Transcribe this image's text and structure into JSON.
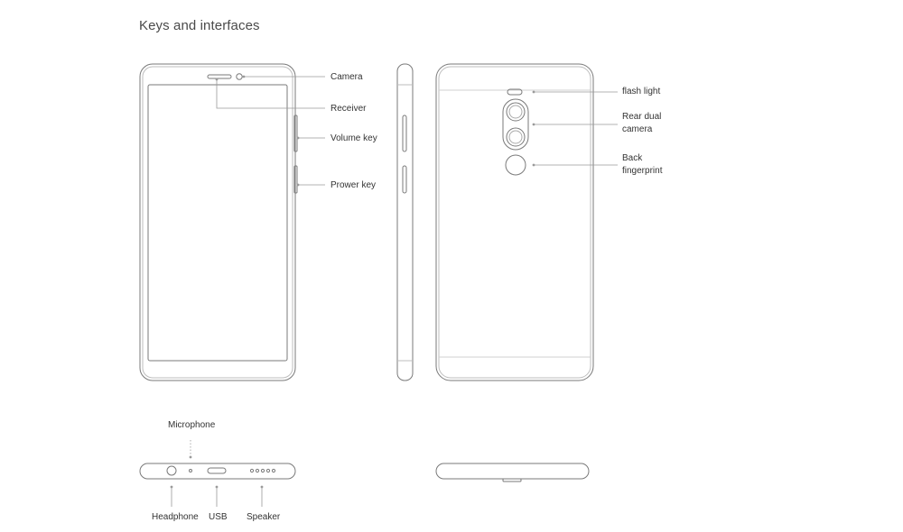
{
  "title": "Keys and interfaces",
  "labels": {
    "camera": "Camera",
    "receiver": "Receiver",
    "volume_key": "Volume key",
    "power_key": "Prower key",
    "flash_light": "flash light",
    "rear_dual_camera_line1": "Rear dual",
    "rear_dual_camera_line2": "camera",
    "back_fingerprint_line1": "Back",
    "back_fingerprint_line2": "fingerprint",
    "microphone": "Microphone",
    "headphone": "Headphone",
    "usb": "USB",
    "speaker": "Speaker"
  },
  "colors": {
    "outline": "#7a7a7a",
    "leader": "#9a9a9a",
    "text": "#333333"
  }
}
